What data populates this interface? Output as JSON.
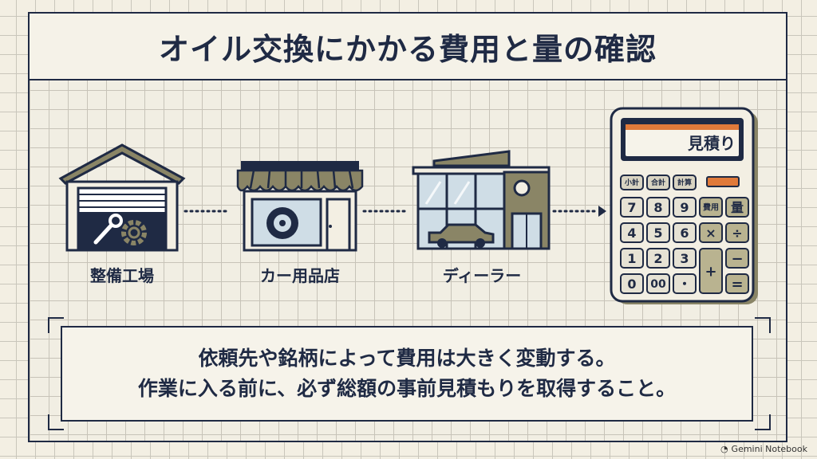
{
  "title": "オイル交換にかかる費用と量の確認",
  "providers": [
    {
      "label": "整備工場",
      "icon": "garage-icon"
    },
    {
      "label": "カー用品店",
      "icon": "shop-icon"
    },
    {
      "label": "ディーラー",
      "icon": "dealership-icon"
    }
  ],
  "calculator": {
    "display": "見積り",
    "keys_top": [
      "小計",
      "合計",
      "計算"
    ],
    "row1": [
      "7",
      "8",
      "9",
      "費用",
      "量"
    ],
    "row2": [
      "4",
      "5",
      "6",
      "×",
      "÷"
    ],
    "row3": [
      "1",
      "2",
      "3",
      "+",
      "−"
    ],
    "row4": [
      "0",
      "00",
      "・",
      "="
    ]
  },
  "message": {
    "line1": "依頼先や銘柄によって費用は大きく変動する。",
    "line2": "作業に入る前に、必ず総額の事前見積もりを取得すること。"
  },
  "footer": "Gemini Notebook",
  "colors": {
    "navy": "#1f2a44",
    "olive": "#8a8566",
    "paper": "#f3efe3",
    "accent": "#e07a3a"
  }
}
